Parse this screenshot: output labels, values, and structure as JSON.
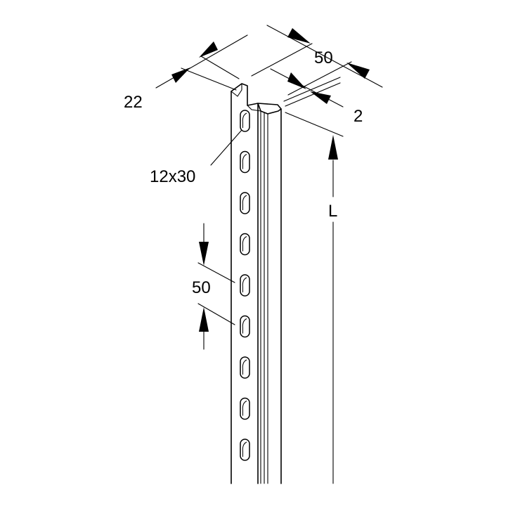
{
  "drawing": {
    "labels": {
      "flange_depth": "22",
      "width": "50",
      "thickness": "2",
      "slot_size": "12x30",
      "slot_pitch": "50",
      "length": "L"
    },
    "slot_count": 9,
    "colors": {
      "line": "#000000",
      "background": "#ffffff"
    }
  }
}
